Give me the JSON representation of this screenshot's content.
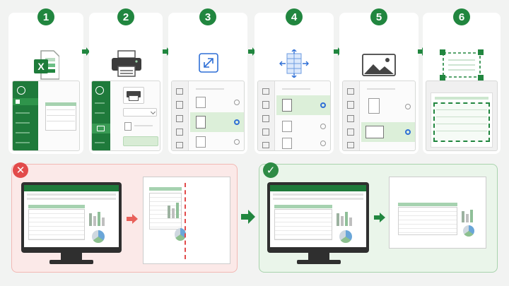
{
  "steps": [
    {
      "number": "1",
      "icon": "excel-app-icon",
      "mini": "file-backstage-menu"
    },
    {
      "number": "2",
      "icon": "printer-icon",
      "mini": "print-settings-pane"
    },
    {
      "number": "3",
      "icon": "fit-to-page-icon",
      "mini": "scaling-options-list"
    },
    {
      "number": "4",
      "icon": "fit-columns-icon",
      "mini": "fit-all-columns-option"
    },
    {
      "number": "5",
      "icon": "landscape-image-icon",
      "mini": "orientation-options-list"
    },
    {
      "number": "6",
      "icon": "page-selection-icon",
      "mini": "print-preview-selection"
    }
  ],
  "excel_logo_letter": "X",
  "outcomes": {
    "wrong": {
      "symbol": "✕",
      "color": "#e24b4b"
    },
    "right": {
      "symbol": "✓",
      "color": "#2e8b45"
    }
  },
  "colors": {
    "accent": "#21863f",
    "wrong_arrow": "#e8605a",
    "selected_row": "#dcefd9",
    "radio": "#2f6fd6"
  }
}
